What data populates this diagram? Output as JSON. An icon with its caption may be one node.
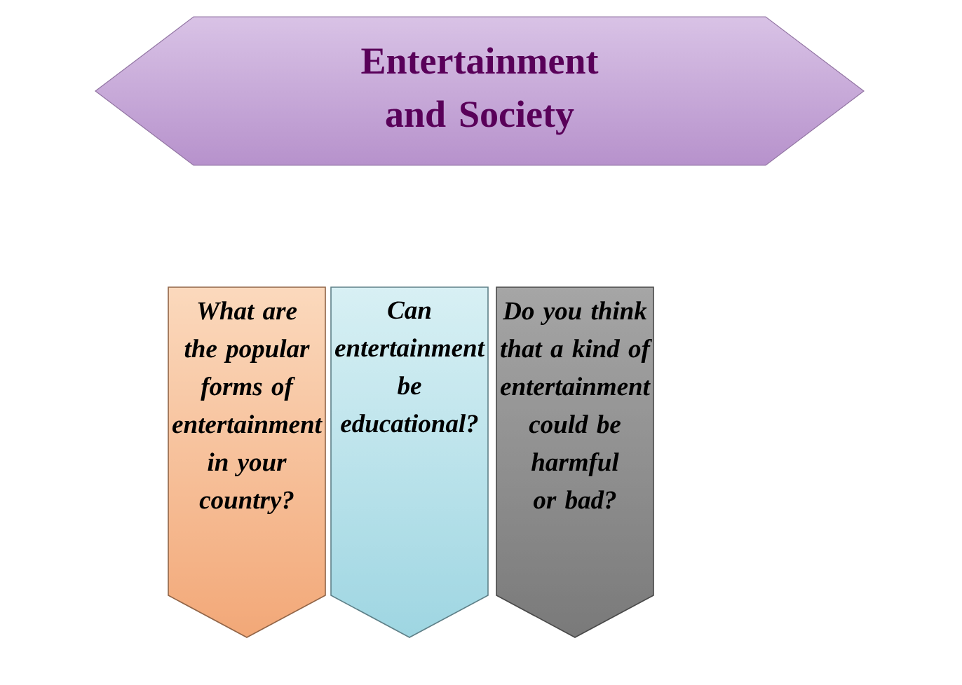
{
  "diagram": {
    "nodes": [
      {
        "text": [
          "Entertainment and Society"
        ]
      },
      {
        "text": [
          "What are the popular forms of entertainment in your country?"
        ]
      },
      {
        "text": [
          "Can entertainment be educational?"
        ]
      },
      {
        "text": [
          "Do you think that a kind of entertainment could be harmful or bad?"
        ]
      }
    ]
  }
}
